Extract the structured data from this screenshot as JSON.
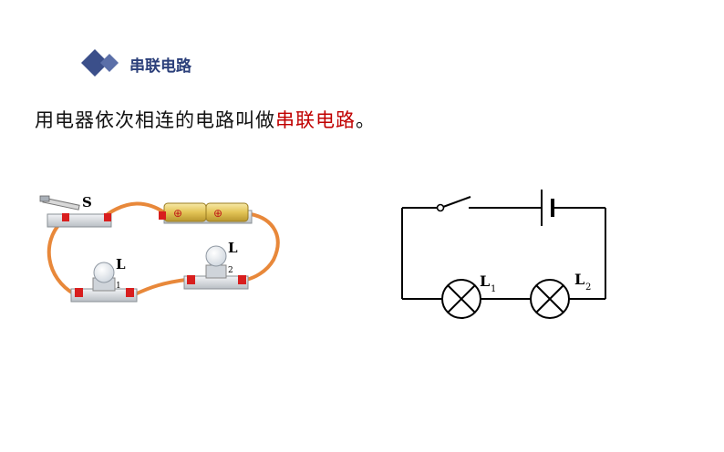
{
  "header": {
    "title": "串联电路",
    "icon": "diamond-bullet-icon",
    "accent_color": "#3b4f8a"
  },
  "body": {
    "sentence_prefix": "用电器依次相连的电路叫做",
    "sentence_highlight": "串联电路",
    "sentence_suffix": "。",
    "highlight_color": "#c00000"
  },
  "photo_diagram": {
    "switch_label": "S",
    "lamp1_label": "L",
    "lamp1_subscript": "1",
    "lamp2_label": "L",
    "lamp2_subscript": "2",
    "battery_symbol": "⊕",
    "wire_color": "#e8883a"
  },
  "schematic": {
    "lamp1_label": "L",
    "lamp1_subscript": "1",
    "lamp2_label": "L",
    "lamp2_subscript": "2"
  }
}
